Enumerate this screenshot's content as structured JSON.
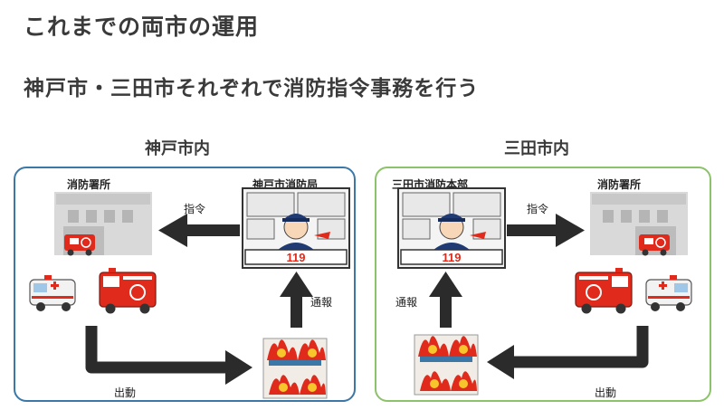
{
  "page": {
    "title": "これまでの両市の運用",
    "subtitle": "神戸市・三田市それぞれで消防指令事務を行う"
  },
  "kobe": {
    "region_label": "神戸市内",
    "station_label": "消防署所",
    "dispatch_center_label": "神戸市消防局",
    "command_label": "指令",
    "report_label": "通報",
    "deploy_label": "出動",
    "panel_color": "#3b78a8"
  },
  "sanda": {
    "region_label": "三田市内",
    "station_label": "消防署所",
    "dispatch_center_label": "三田市消防本部",
    "command_label": "指令",
    "report_label": "通報",
    "deploy_label": "出動",
    "panel_color": "#8cc26a"
  },
  "emergency_number": "119"
}
